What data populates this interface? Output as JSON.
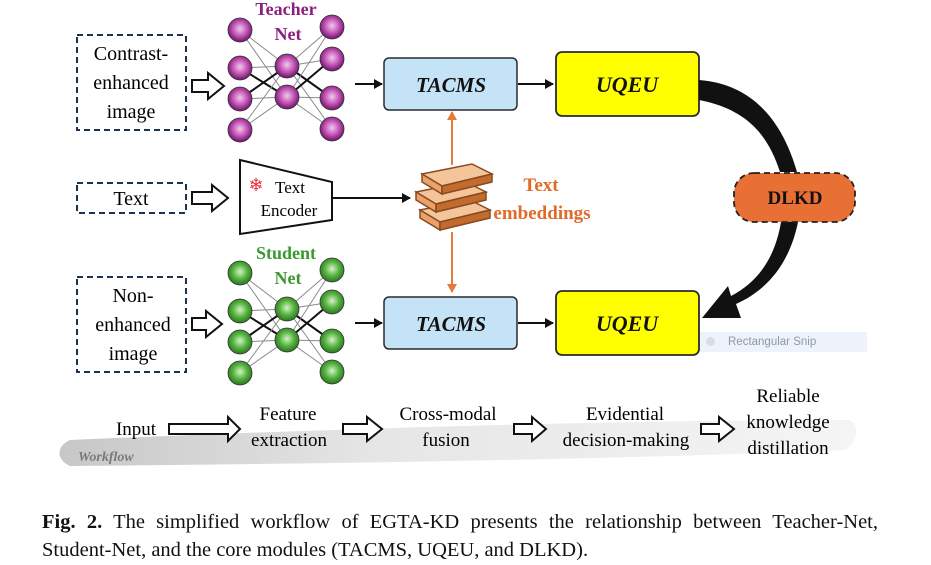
{
  "inputs": {
    "contrast": [
      "Contrast-",
      "enhanced",
      "image"
    ],
    "text": "Text",
    "non_enhanced": [
      "Non-",
      "enhanced",
      "image"
    ]
  },
  "teacher_net": [
    "Teacher",
    "Net"
  ],
  "student_net": [
    "Student",
    "Net"
  ],
  "text_encoder": [
    "Text",
    "Encoder"
  ],
  "snowflake": "❄",
  "text_embeddings": [
    "Text",
    "embeddings"
  ],
  "modules": {
    "tacms_top": "TACMS",
    "tacms_bottom": "TACMS",
    "uqeu_top": "UQEU",
    "uqeu_bottom": "UQEU",
    "dlkd": "DLKD"
  },
  "workflow": {
    "label": "Workflow",
    "steps": [
      [
        "Input"
      ],
      [
        "Feature",
        "extraction"
      ],
      [
        "Cross-modal",
        "fusion"
      ],
      [
        "Evidential",
        "decision-making"
      ],
      [
        "Reliable",
        "knowledge",
        "distillation"
      ]
    ]
  },
  "snip_tooltip": "Rectangular Snip",
  "caption": {
    "label": "Fig. 2.",
    "text": "The simplified workflow of EGTA-KD presents the relationship between Teacher-Net, Student-Net, and the core modules (TACMS, UQEU, and DLKD)."
  },
  "colors": {
    "teacher": "#8b1f7e",
    "student": "#3a9a2e",
    "tacms_fill": "#c5e3f6",
    "uqeu_fill": "#ffff00",
    "dlkd_fill": "#e87035",
    "embeddings_text": "#e06a28"
  }
}
